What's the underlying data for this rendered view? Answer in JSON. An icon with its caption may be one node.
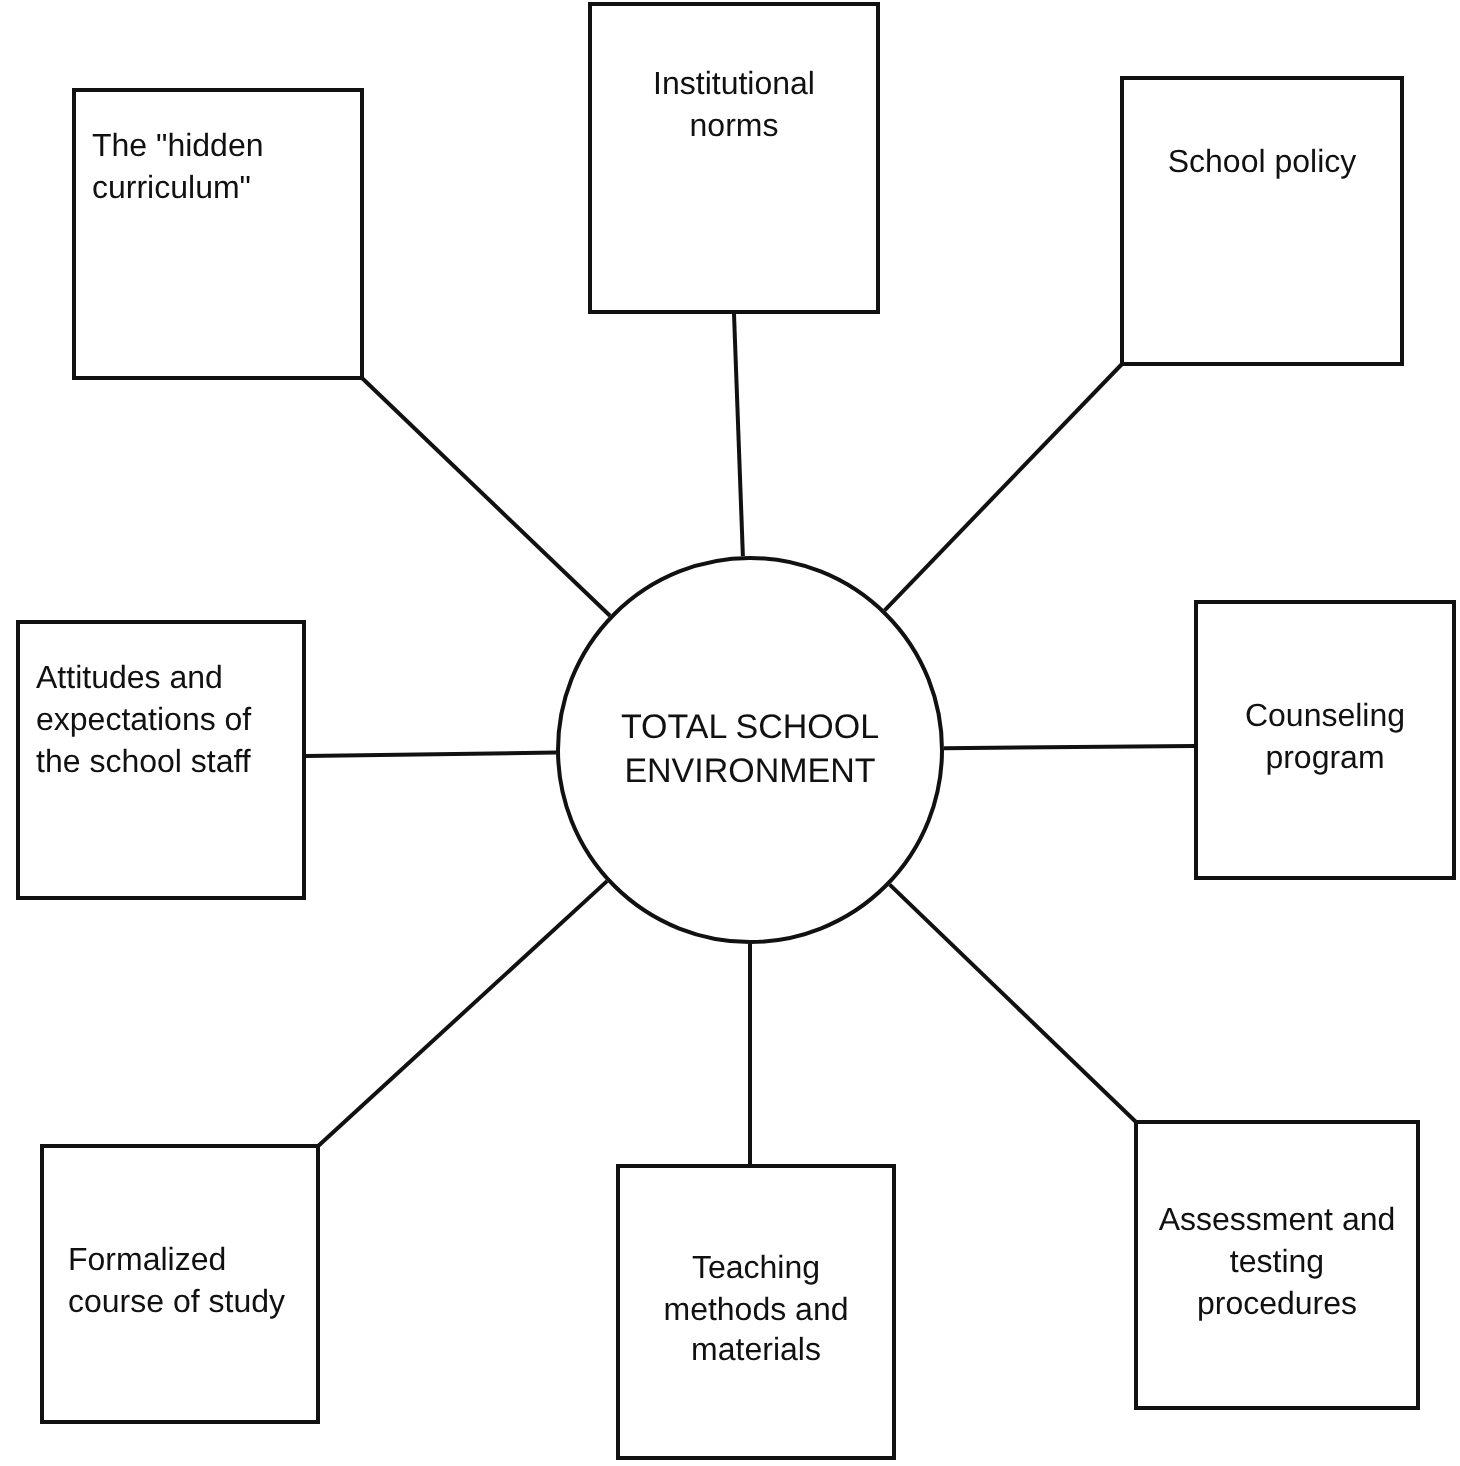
{
  "diagram": {
    "nodes": [
      {
        "text": [
          "The \"hidden curriculum\""
        ]
      },
      {
        "text": [
          "Institutional norms"
        ]
      },
      {
        "text": [
          "School policy"
        ]
      },
      {
        "text": [
          "Attitudes and expectations of the school staff"
        ]
      },
      {
        "text": [
          "TOTAL SCHOOL ENVIRONMENT"
        ]
      },
      {
        "text": [
          "Counseling program"
        ]
      },
      {
        "text": [
          "Formalized course of study"
        ]
      },
      {
        "text": [
          "Teaching methods and materials"
        ]
      },
      {
        "text": [
          "Assessment and testing procedures"
        ]
      }
    ],
    "edges": [
      {
        "from": 4,
        "to": 0,
        "arrow": "none"
      },
      {
        "from": 4,
        "to": 1,
        "arrow": "none"
      },
      {
        "from": 4,
        "to": 2,
        "arrow": "none"
      },
      {
        "from": 4,
        "to": 3,
        "arrow": "none"
      },
      {
        "from": 4,
        "to": 5,
        "arrow": "none"
      },
      {
        "from": 4,
        "to": 6,
        "arrow": "none"
      },
      {
        "from": 4,
        "to": 7,
        "arrow": "none"
      },
      {
        "from": 4,
        "to": 8,
        "arrow": "none"
      }
    ]
  }
}
